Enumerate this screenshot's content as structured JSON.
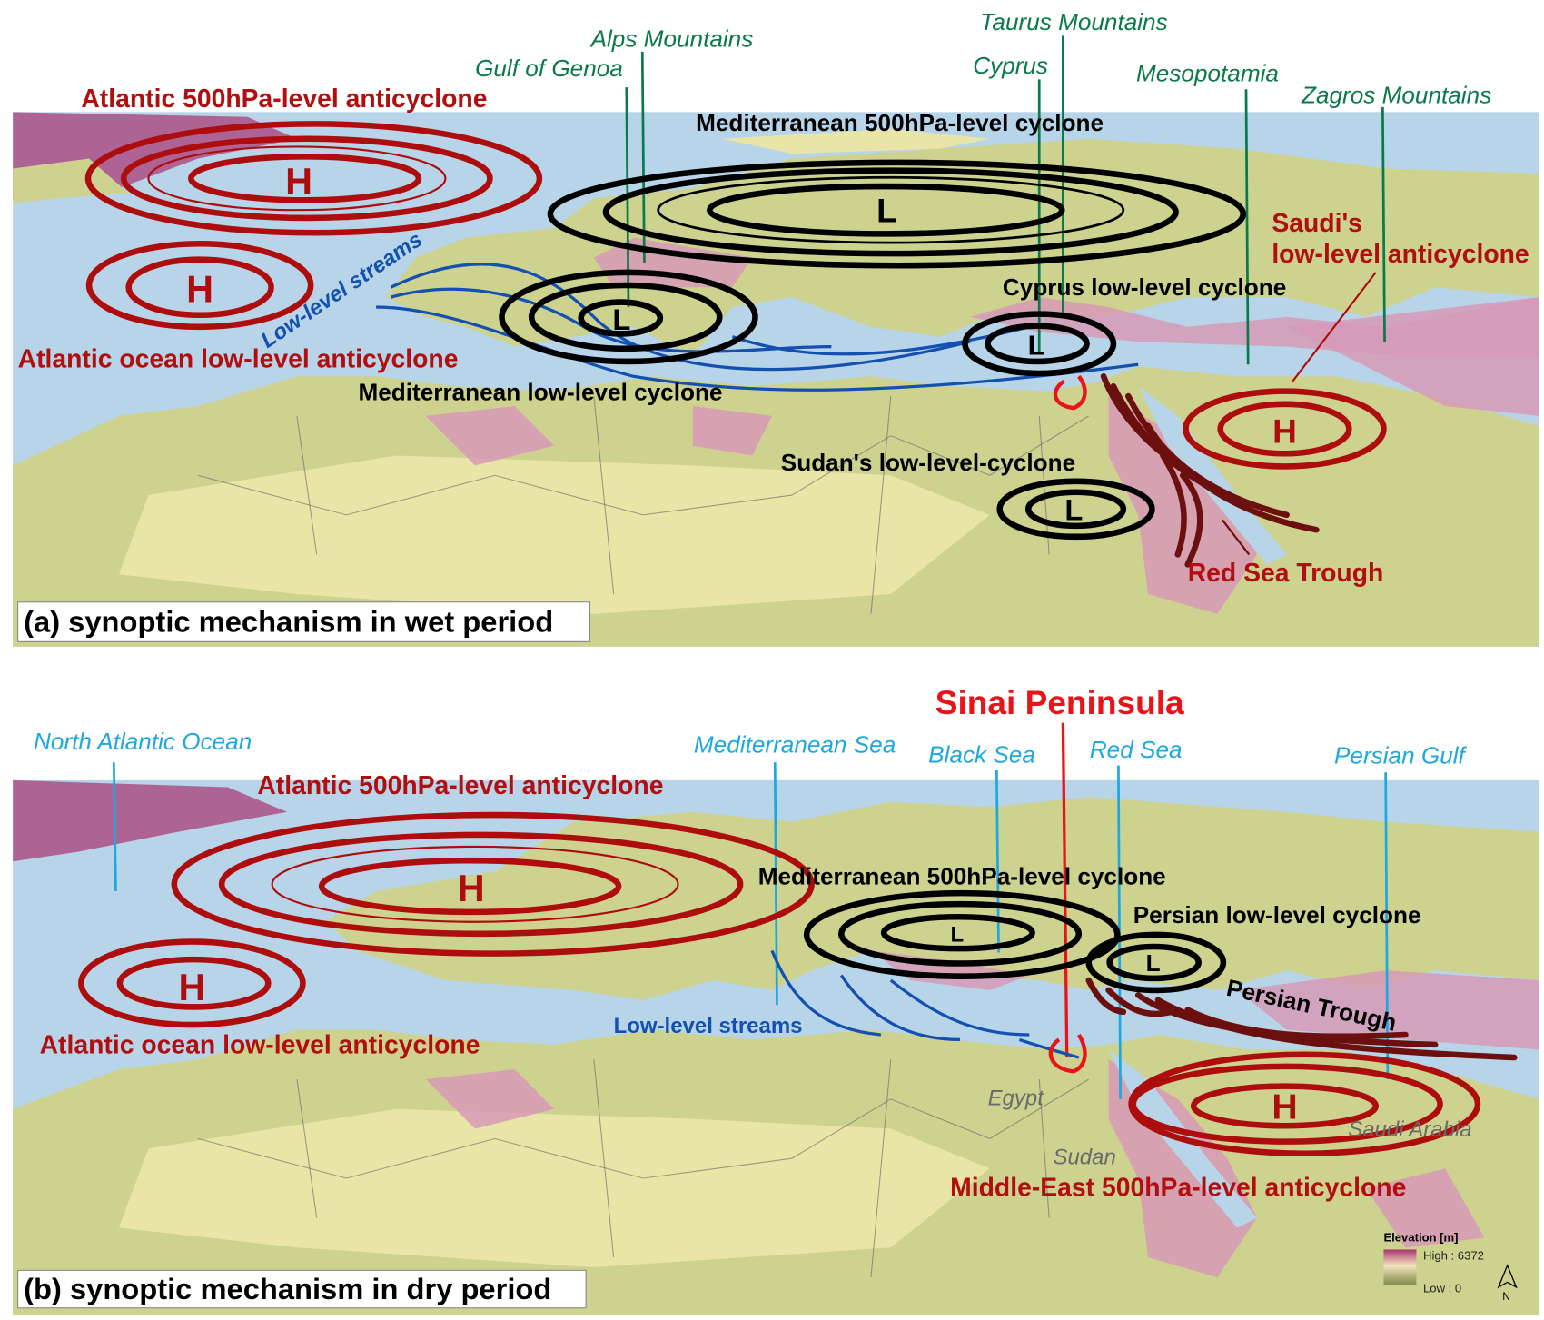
{
  "panel_a": {
    "title": "(a) synoptic mechanism in wet period",
    "geo_labels": {
      "alps": "Alps Mountains",
      "genoa": "Gulf of Genoa",
      "taurus": "Taurus Mountains",
      "cyprus": "Cyprus",
      "mesopotamia": "Mesopotamia",
      "zagros": "Zagros Mountains"
    },
    "systems": {
      "atlantic_500": "Atlantic 500hPa-level anticyclone",
      "med_500": "Mediterranean 500hPa-level cyclone",
      "saudi_1": "Saudi's",
      "saudi_2": "low-level anticyclone",
      "cyprus_low": "Cyprus low-level cyclone",
      "streams": "Low-level streams",
      "atlantic_low": "Atlantic ocean low-level anticyclone",
      "med_low": "Mediterranean low-level cyclone",
      "sudan_low": "Sudan's low-level-cyclone",
      "red_sea_trough": "Red Sea Trough"
    },
    "symbols": {
      "high": "H",
      "low": "L"
    }
  },
  "panel_b": {
    "title": "(b) synoptic mechanism in dry period",
    "highlight": "Sinai Peninsula",
    "geo_labels": {
      "north_atlantic": "North Atlantic Ocean",
      "med_sea": "Mediterranean Sea",
      "black_sea": "Black Sea",
      "red_sea": "Red Sea",
      "persian_gulf": "Persian Gulf",
      "egypt": "Egypt",
      "sudan": "Sudan",
      "saudi": "Saudi Arabia"
    },
    "systems": {
      "atlantic_500": "Atlantic 500hPa-level anticyclone",
      "med_500": "Mediterranean 500hPa-level cyclone",
      "persian_low": "Persian low-level cyclone",
      "persian_trough": "Persian Trough",
      "streams": "Low-level streams",
      "atlantic_low": "Atlantic ocean low-level anticyclone",
      "me_500": "Middle-East 500hPa-level anticyclone"
    },
    "symbols": {
      "high": "H",
      "low": "L"
    }
  },
  "legend": {
    "title": "Elevation [m]",
    "high": "High : 6372",
    "low": "Low : 0",
    "north": "N"
  },
  "colors": {
    "anticyclone": "#ad0d0d",
    "cyclone": "#000000",
    "stream": "#1450b0",
    "geo_label_a": "#0b7a4a",
    "geo_label_b": "#1fa8df",
    "sinai": "#e8141a"
  }
}
